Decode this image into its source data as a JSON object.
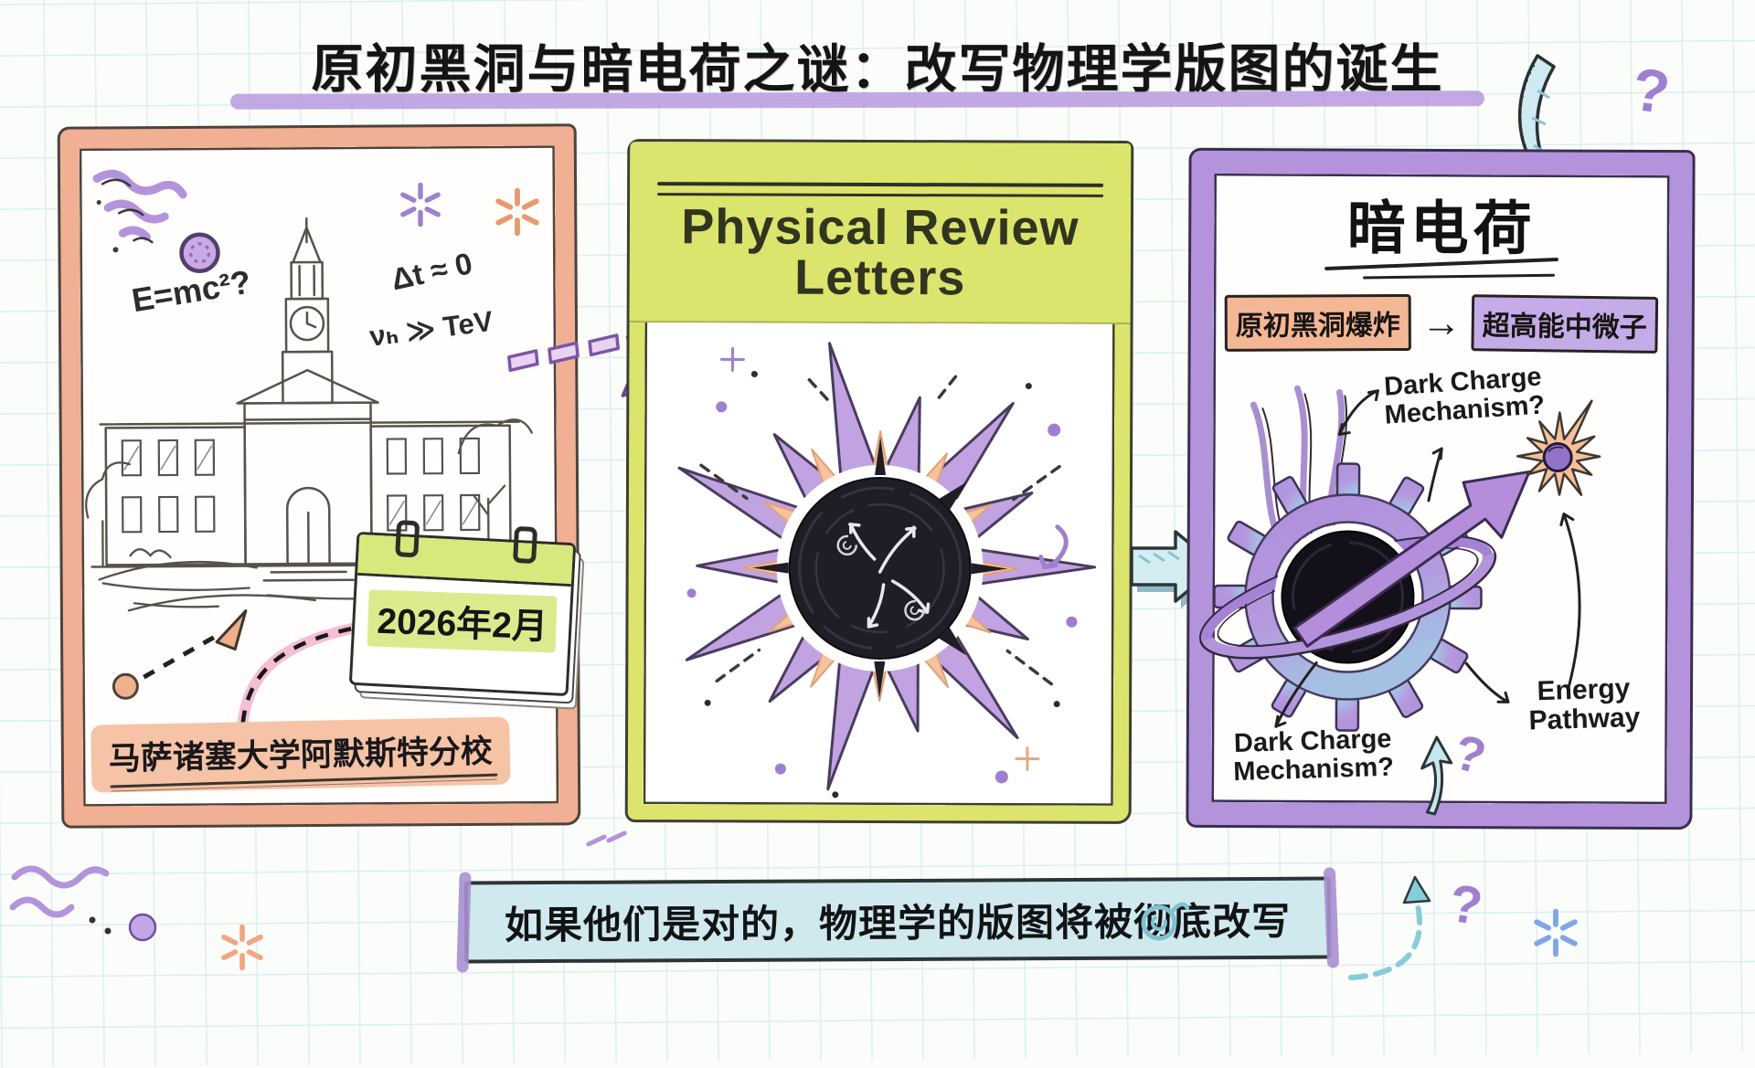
{
  "title": {
    "text": "原初黑洞与暗电荷之谜：改写物理学版图的诞生"
  },
  "left_panel": {
    "formula_emc2": "E=mc²?",
    "formula_delta_t": "Δt ≈ 0",
    "formula_neutrino": "νₕ ≫ TeV",
    "calendar_date": "2026年2月",
    "university": "马萨诸塞大学阿默斯特分校"
  },
  "middle_panel": {
    "journal_line1": "Physical Review",
    "journal_line2": "Letters"
  },
  "right_panel": {
    "heading": "暗电荷",
    "flow_from": "原初黑洞爆炸",
    "flow_arrow": "→",
    "flow_to": "超高能中微子",
    "mech_top_line1": "Dark Charge",
    "mech_top_line2": "Mechanism?",
    "mech_bottom_line1": "Dark Charge",
    "mech_bottom_line2": "Mechanism?",
    "energy_line1": "Energy",
    "energy_line2": "Pathway",
    "question_mark": "?"
  },
  "banner": {
    "text": "如果他们是对的，物理学的版图将被彻底改写"
  },
  "decor": {
    "question_mark": "?"
  },
  "colors": {
    "paper": "#fbfdfb",
    "grid_line": "#c7e2e8",
    "purple_accent": "#b493dd",
    "peach_accent": "#f1b093",
    "green_accent": "#dbe46c",
    "teal_accent": "#cfeaf0",
    "ink": "#1c1c1e"
  }
}
